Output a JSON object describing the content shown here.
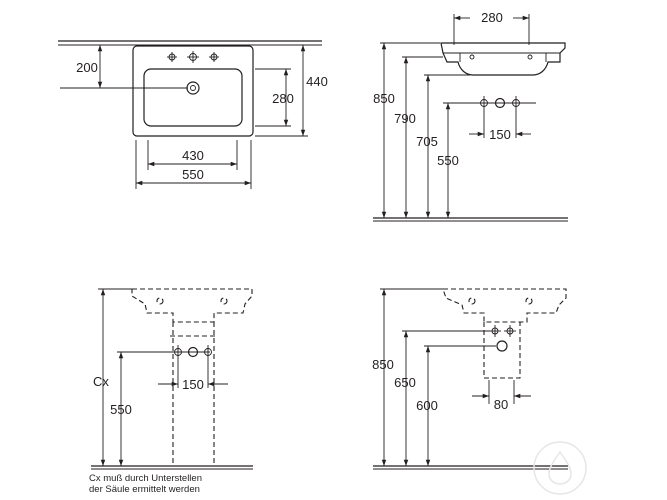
{
  "views": {
    "top": {
      "width_dim": "550",
      "bowl_dim": "430",
      "depth_dim": "440",
      "bowl_depth_dim": "280",
      "tap_dim": "200"
    },
    "side_installed": {
      "tap_spacing_dim": "280",
      "height_rim": "850",
      "height_790": "790",
      "height_705": "705",
      "height_550": "550",
      "pipe_spacing_dim": "150"
    },
    "front_pedestal": {
      "cx_label": "Cx",
      "height_550": "550",
      "pipe_spacing_dim": "150",
      "note_line1": "Cx muß durch Unterstellen",
      "note_line2": "der Säule ermittelt werden"
    },
    "side_pedestal": {
      "height_850": "850",
      "height_650": "650",
      "height_600": "600",
      "width_dim": "80"
    }
  },
  "icons": {
    "watermark": "water-drop-icon"
  }
}
